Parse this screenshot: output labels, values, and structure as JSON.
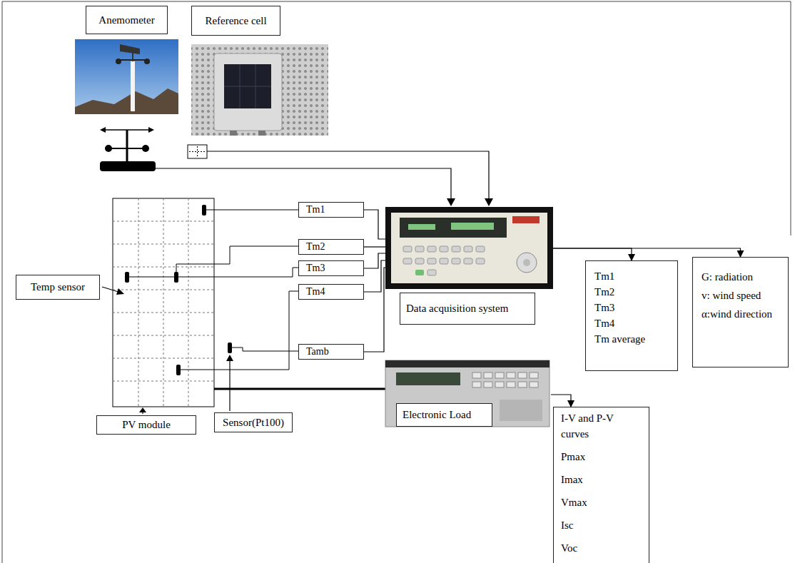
{
  "diagram": {
    "nodes": [
      {
        "text": [
          "Anemometer"
        ]
      },
      {
        "text": [
          "Reference cell"
        ]
      },
      {
        "text": [
          "Tm1"
        ]
      },
      {
        "text": [
          "Tm2"
        ]
      },
      {
        "text": [
          "Tm3"
        ]
      },
      {
        "text": [
          "Tm4"
        ]
      },
      {
        "text": [
          "Tamb"
        ]
      },
      {
        "text": [
          "Temp sensor"
        ]
      },
      {
        "text": [
          "Data acquisition system"
        ]
      },
      {
        "text": [
          "Tm1",
          "Tm2",
          "Tm3",
          "Tm4",
          "Tm average"
        ]
      },
      {
        "text": [
          "G: radiation",
          "v: wind speed",
          "α:wind direction"
        ]
      },
      {
        "text": [
          "PV module"
        ]
      },
      {
        "text": [
          "Sensor(Pt100)"
        ]
      },
      {
        "text": [
          "Electronic Load"
        ]
      },
      {
        "text": [
          "I-V and P-V curves",
          "Pmax",
          "Imax",
          "Vmax",
          "Isc",
          "Voc"
        ]
      }
    ],
    "edges": [
      {
        "from": 2,
        "to": 8,
        "arrow": "none"
      },
      {
        "from": 3,
        "to": 8,
        "arrow": "none"
      },
      {
        "from": 4,
        "to": 8,
        "arrow": "none"
      },
      {
        "from": 5,
        "to": 8,
        "arrow": "none"
      },
      {
        "from": 6,
        "to": 8,
        "arrow": "none"
      },
      {
        "from": 8,
        "to": 9,
        "arrow": "to"
      },
      {
        "from": 8,
        "to": 10,
        "arrow": "to"
      },
      {
        "from": 13,
        "to": 14,
        "arrow": "to"
      }
    ]
  }
}
